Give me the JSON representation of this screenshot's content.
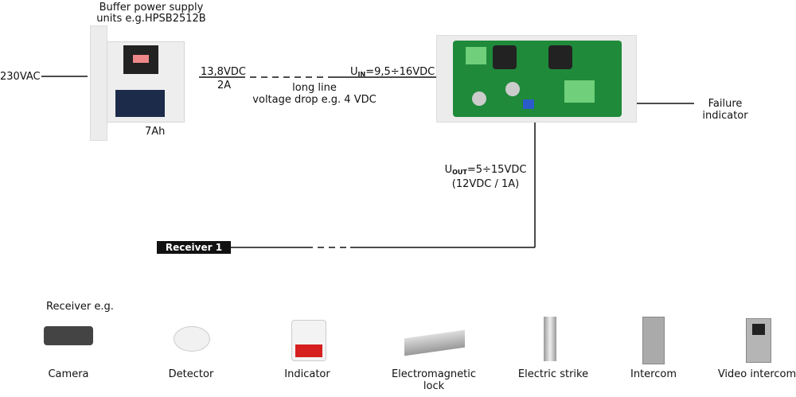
{
  "psu": {
    "title_line1": "Buffer power supply",
    "title_line2": "units e.g.HPSB2512B",
    "battery": "7Ah",
    "input": "230VAC"
  },
  "line": {
    "voltage": "13,8VDC",
    "current": "2A",
    "desc1": "long line",
    "desc2": "voltage drop e.g. 4 VDC"
  },
  "module": {
    "uin_prefix": "U",
    "uin_sub": "IN",
    "uin_value": "=9,5÷16VDC",
    "uout_prefix": "U",
    "uout_sub": "OUT",
    "uout_value": "=5÷15VDC",
    "uout_note": "(12VDC / 1A)",
    "failure1": "Failure",
    "failure2": "indicator"
  },
  "receiver": {
    "label": "Receiver 1",
    "example": "Receiver e.g."
  },
  "devices": [
    {
      "label": "Camera"
    },
    {
      "label": "Detector"
    },
    {
      "label": "Indicator"
    },
    {
      "label": "Electromagnetic lock"
    },
    {
      "label": "Electric strike"
    },
    {
      "label": "Intercom"
    },
    {
      "label": "Video intercom"
    }
  ]
}
